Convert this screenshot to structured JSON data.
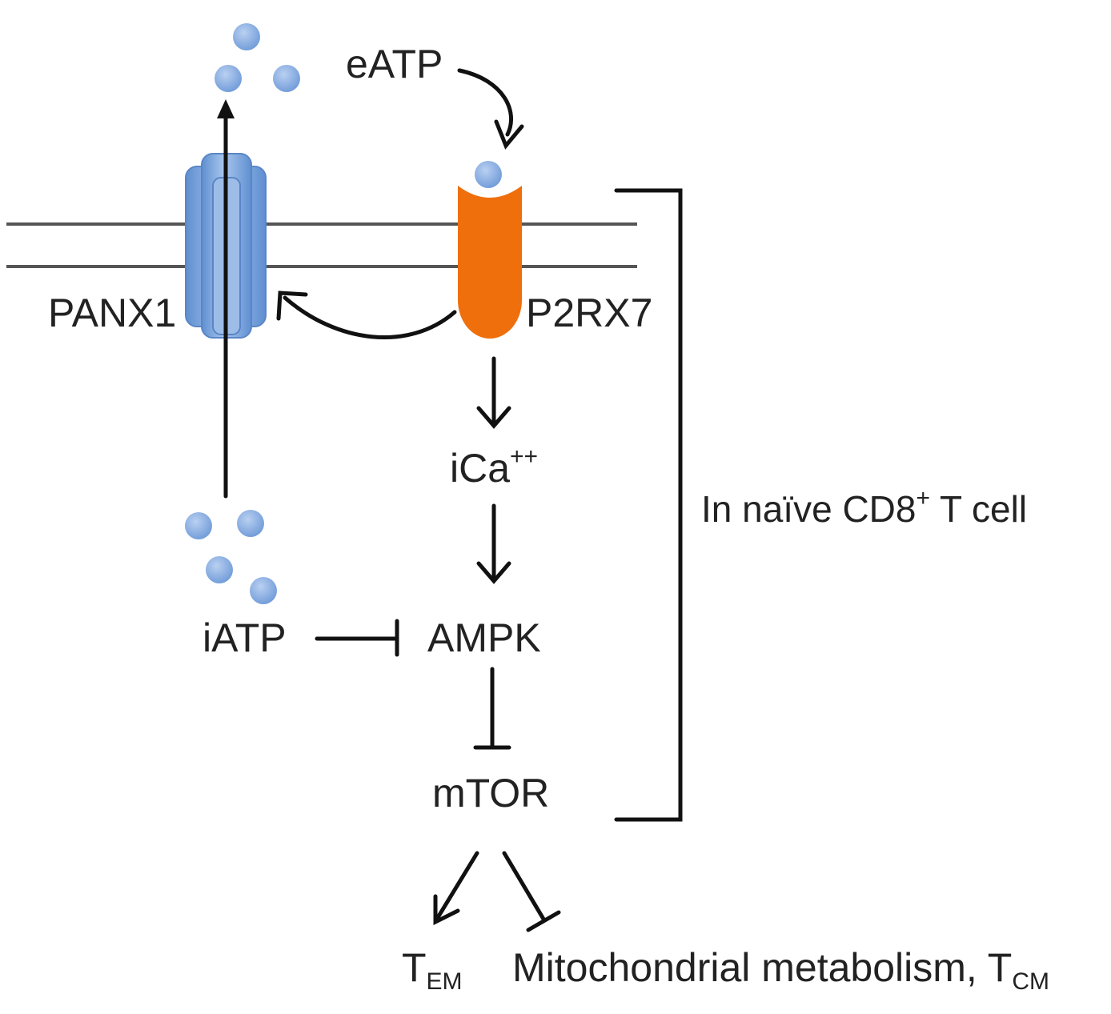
{
  "labels": {
    "eatp": "eATP",
    "panx1": "PANX1",
    "p2rx7": "P2RX7",
    "ica": "iCa",
    "ica_charge": "++",
    "iatp": "iATP",
    "ampk": "AMPK",
    "mtor": "mTOR",
    "tem_main": "T",
    "tem_sub": "EM",
    "mito": "Mitochondrial metabolism, T",
    "mito_sub": "CM",
    "context_pre": "In naïve CD8",
    "context_sup": "+",
    "context_post": " T cell"
  },
  "colors": {
    "panx1": "#7ea7dc",
    "p2rx7": "#ee6f0c",
    "atp_molecule": "#7ea8df",
    "membrane": "#555555",
    "arrow": "#111111"
  },
  "relations": [
    {
      "from": "eATP",
      "to": "P2RX7",
      "type": "activates"
    },
    {
      "from": "P2RX7",
      "to": "PANX1",
      "type": "activates"
    },
    {
      "from": "iATP",
      "to": "eATP",
      "type": "released via PANX1"
    },
    {
      "from": "P2RX7",
      "to": "iCa++",
      "type": "activates"
    },
    {
      "from": "iCa++",
      "to": "AMPK",
      "type": "activates"
    },
    {
      "from": "iATP",
      "to": "AMPK",
      "type": "inhibits"
    },
    {
      "from": "AMPK",
      "to": "mTOR",
      "type": "inhibits"
    },
    {
      "from": "mTOR",
      "to": "T_EM",
      "type": "activates"
    },
    {
      "from": "mTOR",
      "to": "Mitochondrial metabolism, T_CM",
      "type": "inhibits"
    }
  ]
}
